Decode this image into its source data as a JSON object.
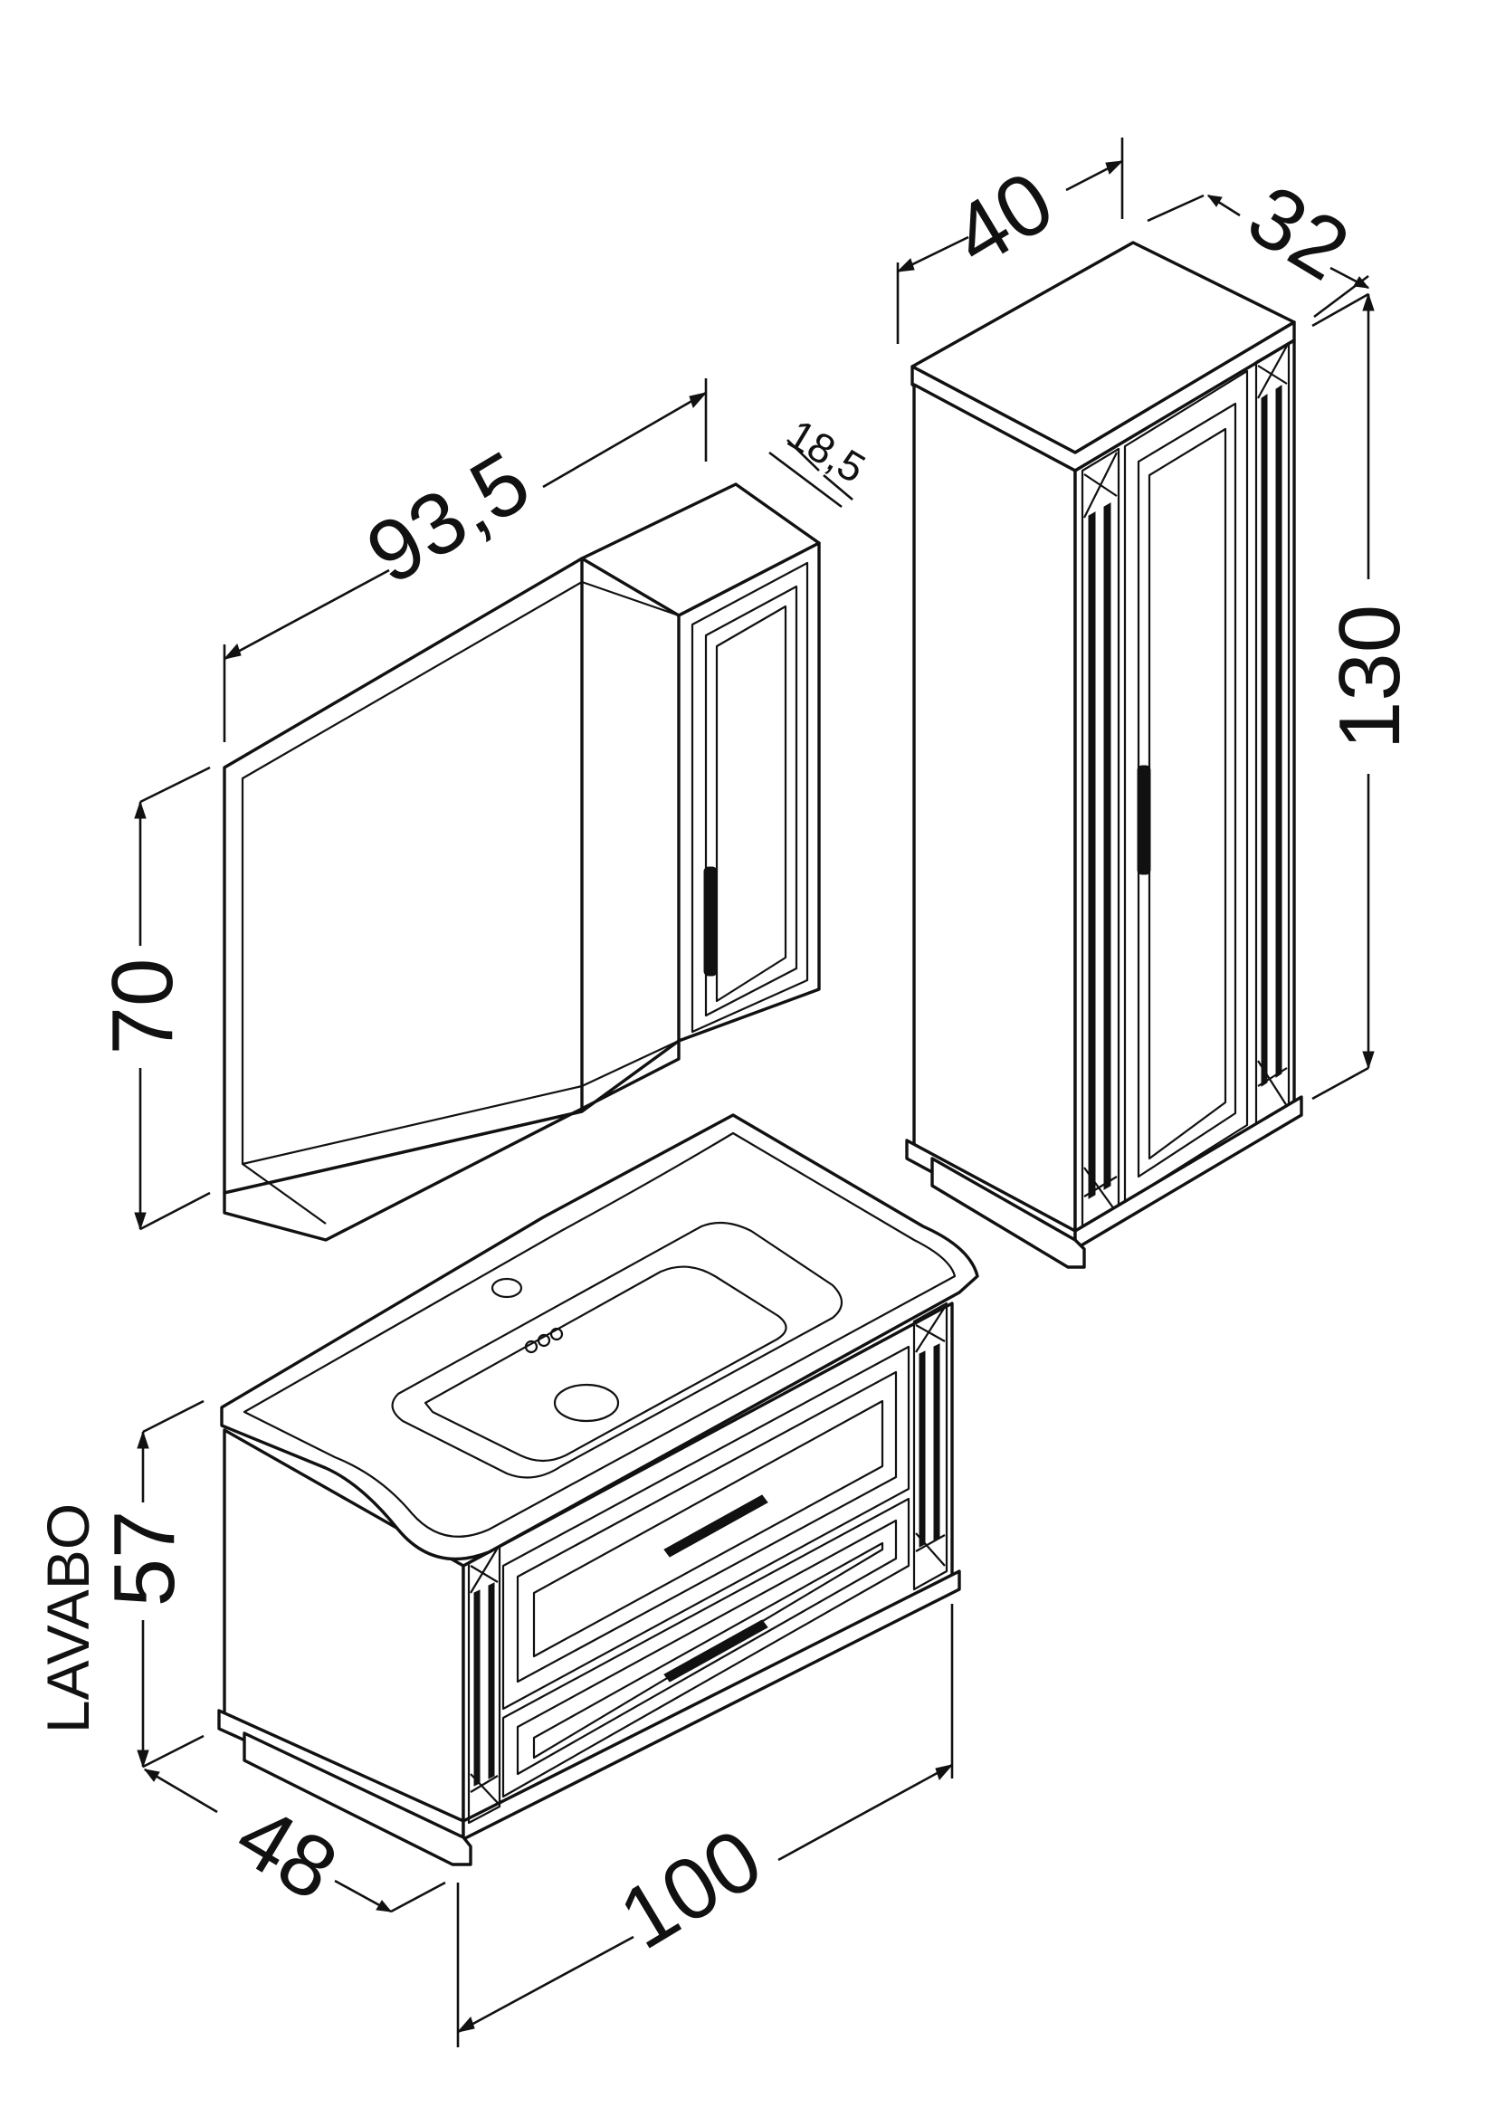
{
  "dimensions": {
    "mirror_width": "93,5",
    "mirror_depth": "18,5",
    "mirror_height": "70",
    "tall_width": "40",
    "tall_depth": "32",
    "tall_height": "130",
    "vanity_height": "57",
    "vanity_depth": "48",
    "vanity_width": "100"
  },
  "labels": {
    "vanity_name": "LAVABO"
  }
}
